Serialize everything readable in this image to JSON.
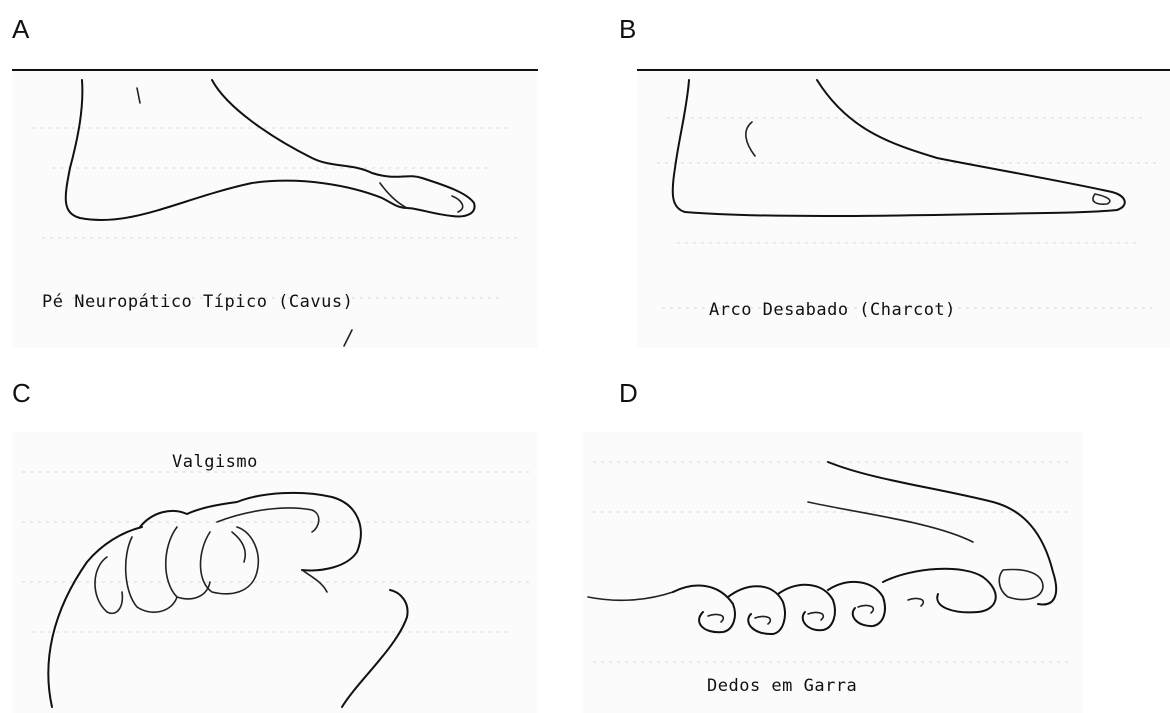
{
  "panels": [
    {
      "letter": "A",
      "caption": "Pé Neuropático Típico (Cavus)"
    },
    {
      "letter": "B",
      "caption": "Arco Desabado (Charcot)"
    },
    {
      "letter": "C",
      "caption": "Valgismo"
    },
    {
      "letter": "D",
      "caption": "Dedos em Garra"
    }
  ]
}
